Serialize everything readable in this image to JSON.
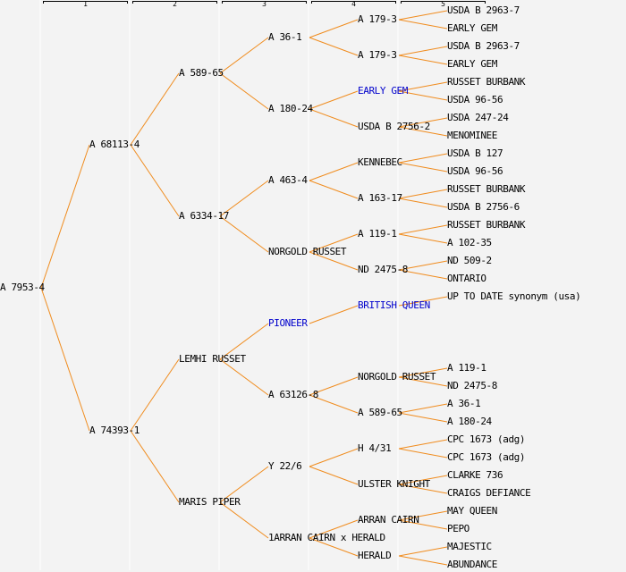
{
  "header": {
    "columns": [
      "1",
      "2",
      "3",
      "4",
      "5"
    ]
  },
  "colors": {
    "line": "#f08c1e",
    "link_text": "#0000cc",
    "text": "#000000",
    "background": "#f3f3f3",
    "separator": "#ffffff"
  },
  "tree": {
    "root": {
      "label": "A 7953-4"
    },
    "generations": [
      [
        {
          "label": "A 68113-4"
        },
        {
          "label": "A 74393-1"
        }
      ],
      [
        {
          "label": "A 589-65"
        },
        {
          "label": "A 6334-17"
        },
        {
          "label": "LEMHI RUSSET"
        },
        {
          "label": "MARIS PIPER"
        }
      ],
      [
        {
          "label": "A 36-1"
        },
        {
          "label": "A 180-24"
        },
        {
          "label": "A 463-4"
        },
        {
          "label": "NORGOLD RUSSET"
        },
        {
          "label": "PIONEER",
          "link": true
        },
        {
          "label": "A 63126-8"
        },
        {
          "label": "Y 22/6"
        },
        {
          "label": "1ARRAN CAIRN x HERALD"
        }
      ],
      [
        {
          "label": "A 179-3"
        },
        {
          "label": "A 179-3"
        },
        {
          "label": "EARLY GEM",
          "link": true
        },
        {
          "label": "USDA B 2756-2"
        },
        {
          "label": "KENNEBEC"
        },
        {
          "label": "A 163-17"
        },
        {
          "label": "A 119-1"
        },
        {
          "label": "ND 2475-8"
        },
        {
          "label": "BRITISH QUEEN",
          "link": true
        },
        {
          "label": ""
        },
        {
          "label": "NORGOLD RUSSET"
        },
        {
          "label": "A 589-65"
        },
        {
          "label": "H 4/31"
        },
        {
          "label": "ULSTER KNIGHT"
        },
        {
          "label": "ARRAN CAIRN"
        },
        {
          "label": "HERALD"
        }
      ],
      [
        {
          "label": "USDA B 2963-7"
        },
        {
          "label": "EARLY GEM"
        },
        {
          "label": "USDA B 2963-7"
        },
        {
          "label": "EARLY GEM"
        },
        {
          "label": "RUSSET BURBANK"
        },
        {
          "label": "USDA 96-56"
        },
        {
          "label": "USDA 247-24"
        },
        {
          "label": "MENOMINEE"
        },
        {
          "label": "USDA B 127"
        },
        {
          "label": "USDA 96-56"
        },
        {
          "label": "RUSSET BURBANK"
        },
        {
          "label": "USDA B 2756-6"
        },
        {
          "label": "RUSSET BURBANK"
        },
        {
          "label": "A 102-35"
        },
        {
          "label": "ND 509-2"
        },
        {
          "label": "ONTARIO"
        },
        {
          "label": "UP TO DATE synonym (usa)"
        },
        {
          "label": ""
        },
        {
          "label": ""
        },
        {
          "label": ""
        },
        {
          "label": "A 119-1"
        },
        {
          "label": "ND 2475-8"
        },
        {
          "label": "A 36-1"
        },
        {
          "label": "A 180-24"
        },
        {
          "label": "CPC 1673 (adg)"
        },
        {
          "label": "CPC 1673 (adg)"
        },
        {
          "label": "CLARKE 736"
        },
        {
          "label": "CRAIGS DEFIANCE"
        },
        {
          "label": "MAY QUEEN"
        },
        {
          "label": "PEPO"
        },
        {
          "label": "MAJESTIC"
        },
        {
          "label": "ABUNDANCE"
        }
      ]
    ]
  }
}
